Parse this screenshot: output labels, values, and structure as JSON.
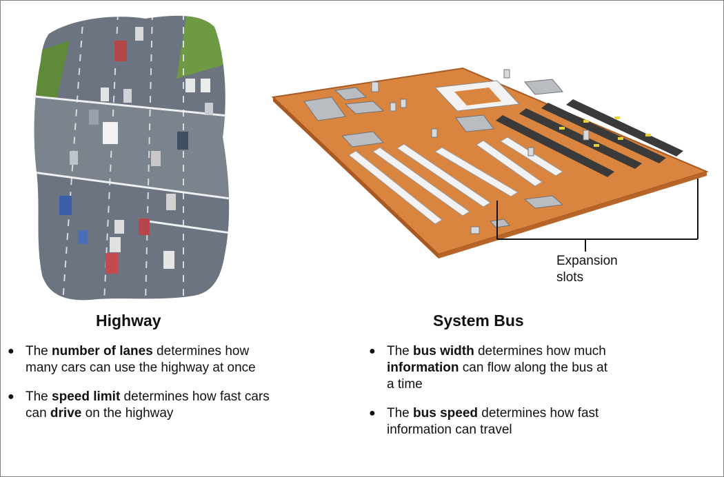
{
  "highway": {
    "heading": "Highway",
    "bullets": [
      [
        "The ",
        "number of lanes",
        " determines how many cars can use the highway at once"
      ],
      [
        "The ",
        "speed limit",
        " determines how fast cars can ",
        "drive",
        " on the highway"
      ]
    ]
  },
  "system_bus": {
    "heading": "System Bus",
    "bullets": [
      [
        "The ",
        "bus width",
        " determines how much ",
        "information",
        " can flow along the bus at a time"
      ],
      [
        "The ",
        "bus speed",
        " determines how fast information can travel"
      ]
    ]
  },
  "callout": {
    "line1": "Expansion",
    "line2": "slots"
  },
  "colors": {
    "board": "#d9843f",
    "board_edge": "#a85a23",
    "asphalt": "#6b7480",
    "grass": "#5e8a3a"
  }
}
